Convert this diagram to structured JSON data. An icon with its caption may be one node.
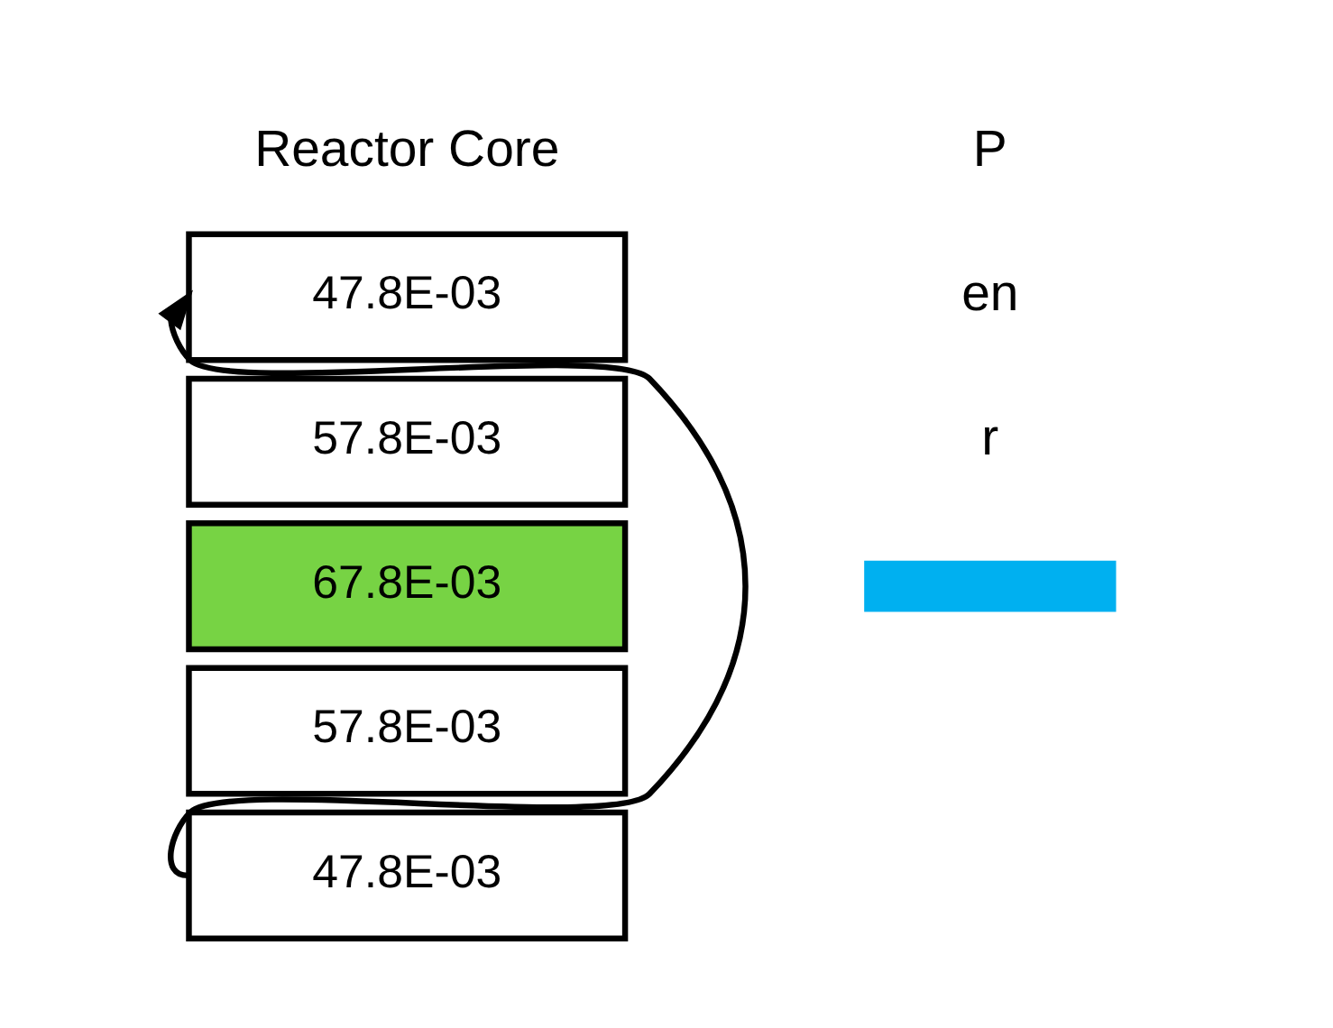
{
  "diagram": {
    "nodes": [
      {
        "text": [
          "47.8E-03"
        ]
      },
      {
        "text": [
          "57.8E-03"
        ]
      },
      {
        "text": [
          "67.8E-03"
        ]
      },
      {
        "text": [
          "57.8E-03"
        ]
      },
      {
        "text": [
          "47.8E-03"
        ]
      },
      {
        "text": [],
        "shape": "bar"
      }
    ],
    "edges": [
      {
        "from": 4,
        "to": 0,
        "arrow": "to"
      }
    ],
    "labels": [
      "Reactor Core",
      "P",
      "en",
      "r"
    ]
  }
}
